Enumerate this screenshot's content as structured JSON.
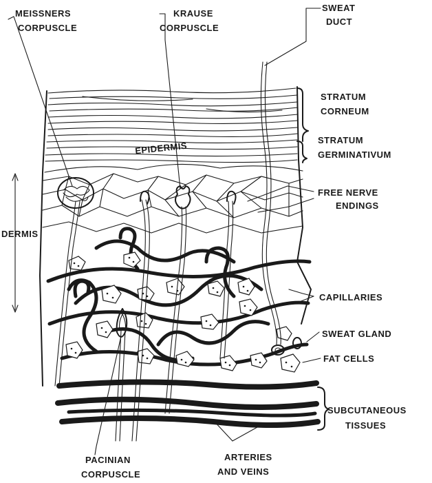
{
  "labels": {
    "meissners_1": "MEISSNERS",
    "meissners_2": "CORPUSCLE",
    "krause_1": "KRAUSE",
    "krause_2": "CORPUSCLE",
    "sweat_duct_1": "SWEAT",
    "sweat_duct_2": "DUCT",
    "stratum_corneum_1": "STRATUM",
    "stratum_corneum_2": "CORNEUM",
    "epidermis": "EPIDERMIS",
    "stratum_germ_1": "STRATUM",
    "stratum_germ_2": "GERMINATIVUM",
    "free_nerve_1": "FREE NERVE",
    "free_nerve_2": "ENDINGS",
    "dermis": "DERMIS",
    "capillaries": "CAPILLARIES",
    "sweat_gland": "SWEAT GLAND",
    "fat_cells": "FAT CELLS",
    "subcutaneous_1": "SUBCUTANEOUS",
    "subcutaneous_2": "TISSUES",
    "pacinian_1": "PACINIAN",
    "pacinian_2": "CORPUSCLE",
    "arteries_1": "ARTERIES",
    "arteries_2": "AND VEINS"
  },
  "colors": {
    "ink": "#1a1a1a",
    "background": "#ffffff"
  }
}
